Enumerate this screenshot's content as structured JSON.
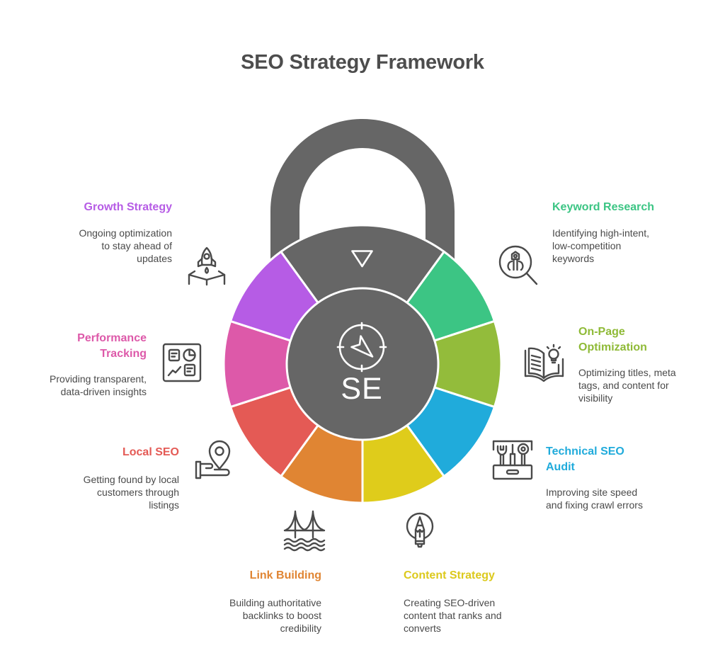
{
  "title": "SEO Strategy Framework",
  "lock": {
    "body_color": "#666666",
    "center_label": "SE",
    "center_icon": "compass-icon",
    "top_icon": "triangle-down-icon"
  },
  "segments": [
    {
      "title": "Keyword Research",
      "title_lines": [
        "Keyword Research"
      ],
      "desc_lines": [
        "Identifying high-intent,",
        "low-competition",
        "keywords"
      ],
      "color": "#3CC584",
      "icon": "magnifier-robot-icon"
    },
    {
      "title": "On-Page Optimization",
      "title_lines": [
        "On-Page",
        "Optimization"
      ],
      "desc_lines": [
        "Optimizing titles, meta",
        "tags, and content for",
        "visibility"
      ],
      "color": "#93BC3B",
      "icon": "book-lightbulb-icon"
    },
    {
      "title": "Technical SEO Audit",
      "title_lines": [
        "Technical SEO",
        "Audit"
      ],
      "desc_lines": [
        "Improving site speed",
        "and fixing crawl errors"
      ],
      "color": "#20ABDB",
      "icon": "toolbox-icon"
    },
    {
      "title": "Content Strategy",
      "title_lines": [
        "Content Strategy"
      ],
      "desc_lines": [
        "Creating SEO-driven",
        "content that ranks and",
        "converts"
      ],
      "color": "#DFCC1B",
      "icon": "lightbulb-pen-icon"
    },
    {
      "title": "Link Building",
      "title_lines": [
        "Link Building"
      ],
      "desc_lines": [
        "Building authoritative",
        "backlinks to boost",
        "credibility"
      ],
      "color": "#E08533",
      "icon": "bridge-icon"
    },
    {
      "title": "Local SEO",
      "title_lines": [
        "Local SEO"
      ],
      "desc_lines": [
        "Getting found by local",
        "customers through",
        "listings"
      ],
      "color": "#E45A55",
      "icon": "location-pin-hand-icon"
    },
    {
      "title": "Performance Tracking",
      "title_lines": [
        "Performance",
        "Tracking"
      ],
      "desc_lines": [
        "Providing transparent,",
        "data-driven insights"
      ],
      "color": "#DD59A9",
      "icon": "dashboard-icon"
    },
    {
      "title": "Growth Strategy",
      "title_lines": [
        "Growth Strategy"
      ],
      "desc_lines": [
        "Ongoing optimization",
        "to stay ahead of",
        "updates"
      ],
      "color": "#B65CE5",
      "icon": "rocket-icon"
    }
  ]
}
